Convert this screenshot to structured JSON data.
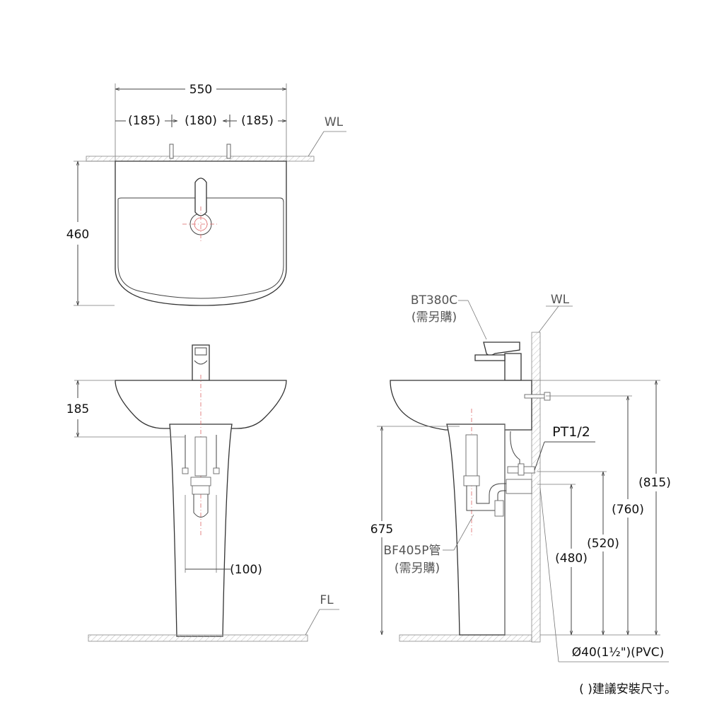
{
  "top_view": {
    "width_total": "550",
    "seg_left": "(185)",
    "seg_mid": "(180)",
    "seg_right": "(185)",
    "wall_label": "WL",
    "depth": "460"
  },
  "front_view": {
    "height_rim": "185",
    "drain_offset": "(100)",
    "floor_label": "FL"
  },
  "side_view": {
    "faucet_model": "BT380C",
    "faucet_note": "(需另購)",
    "wall_label": "WL",
    "supply_label": "PT1/2",
    "trap_model": "BF405P管",
    "trap_note": "(需另購)",
    "dim_815": "(815)",
    "dim_760": "(760)",
    "dim_520": "(520)",
    "dim_480": "(480)",
    "dim_675": "675",
    "drain_spec": "Ø40(1½\")(PVC)"
  },
  "footnote": "( )建議安裝尺寸。"
}
